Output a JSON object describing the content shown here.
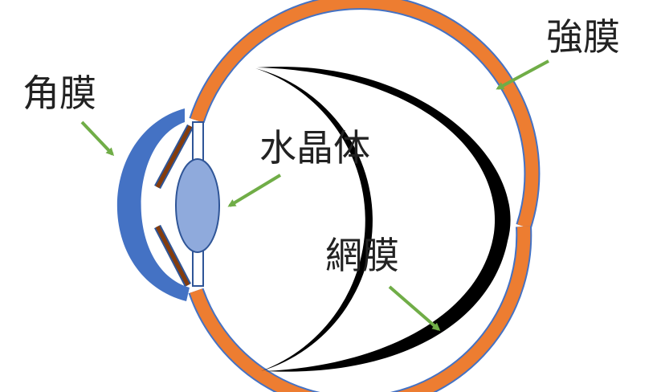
{
  "labels": {
    "cornea": "角膜",
    "sclera": "強膜",
    "lens": "水晶体",
    "retina": "網膜"
  },
  "colors": {
    "sclera": "#ED7D31",
    "sclera_outline": "#4472C4",
    "cornea": "#4472C4",
    "lens_fill": "#8FAADC",
    "lens_outline": "#2F5597",
    "iris": "#843C0C",
    "retina": "#000000",
    "arrow": "#70AD47"
  }
}
